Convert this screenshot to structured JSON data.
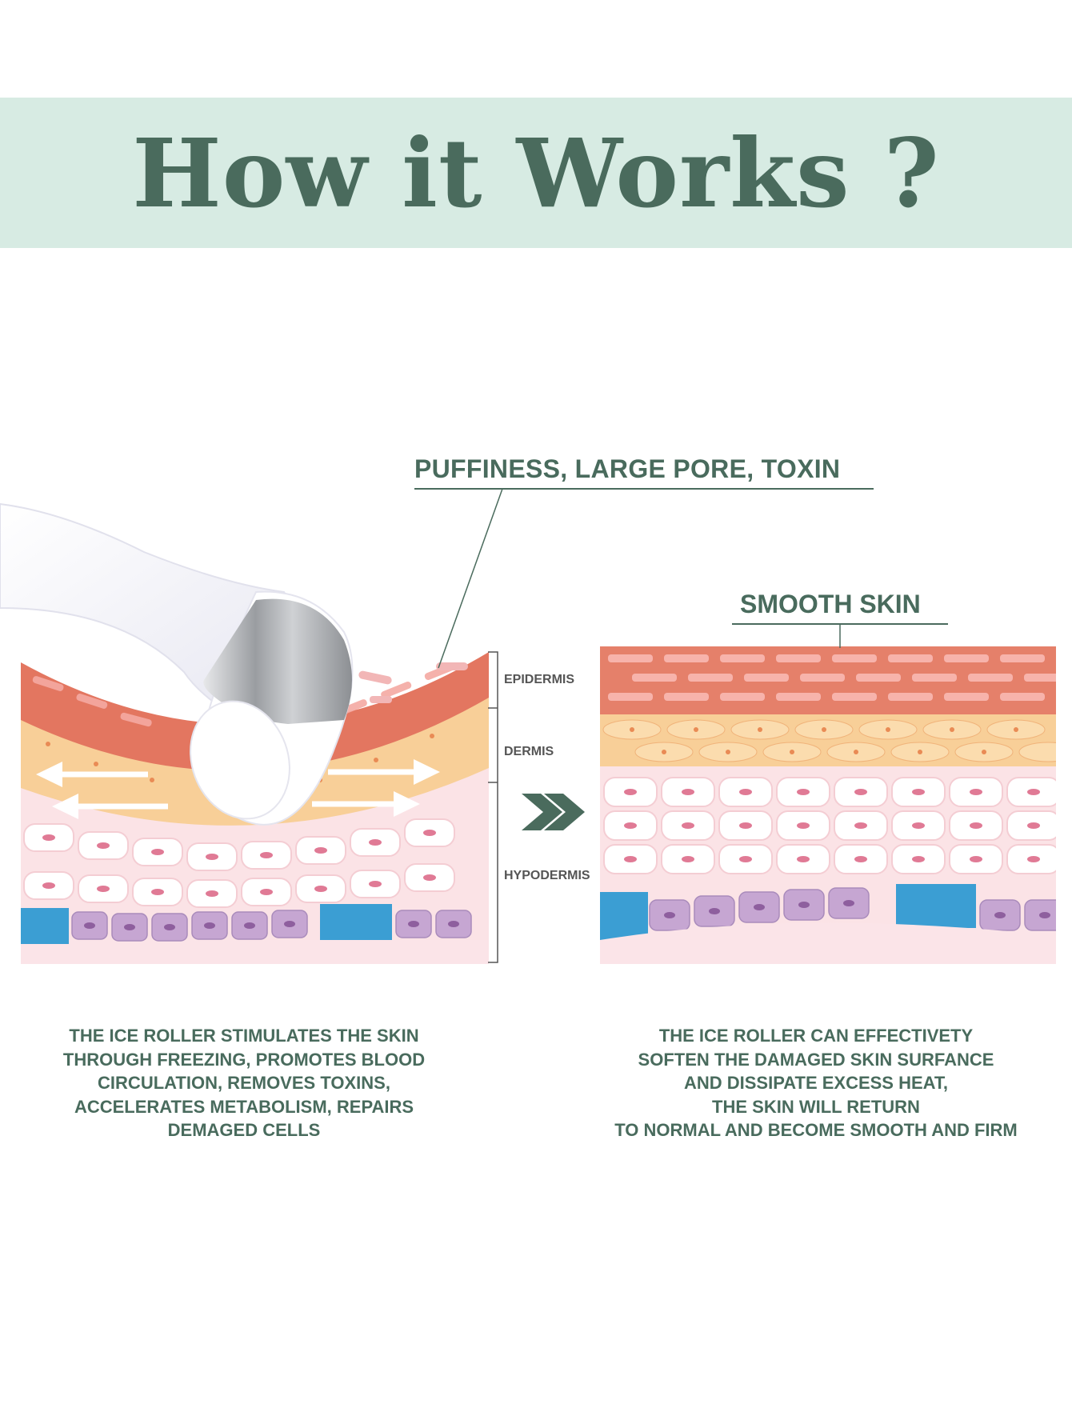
{
  "header": {
    "title": "How it Works ?"
  },
  "diagram": {
    "before_label": "PUFFINESS, LARGE PORE, TOXIN",
    "after_label": "SMOOTH SKIN",
    "layers": [
      "EPIDERMIS",
      "DERMIS",
      "HYPODERMIS"
    ]
  },
  "captions": {
    "left": [
      "THE ICE ROLLER STIMULATES THE SKIN",
      "THROUGH FREEZING, PROMOTES BLOOD",
      "CIRCULATION, REMOVES TOXINS,",
      "ACCELERATES METABOLISM, REPAIRS",
      "DEMAGED CELLS"
    ],
    "right": [
      "THE ICE ROLLER CAN EFFECTIVETY",
      "SOFTEN THE DAMAGED SKIN SURFANCE",
      "AND DISSIPATE EXCESS HEAT,",
      "THE SKIN WILL RETURN",
      "TO NORMAL AND BECOME SMOOTH AND FIRM"
    ]
  },
  "colors": {
    "accent": "#4a6b5d",
    "banner": "#d7ebe3",
    "epidermis": "#e3755f",
    "dermis": "#f6c98e",
    "hypodermis": "#fbe3e6",
    "blue_cells": "#3b9ed3",
    "purple_cells": "#c6a6d2"
  }
}
